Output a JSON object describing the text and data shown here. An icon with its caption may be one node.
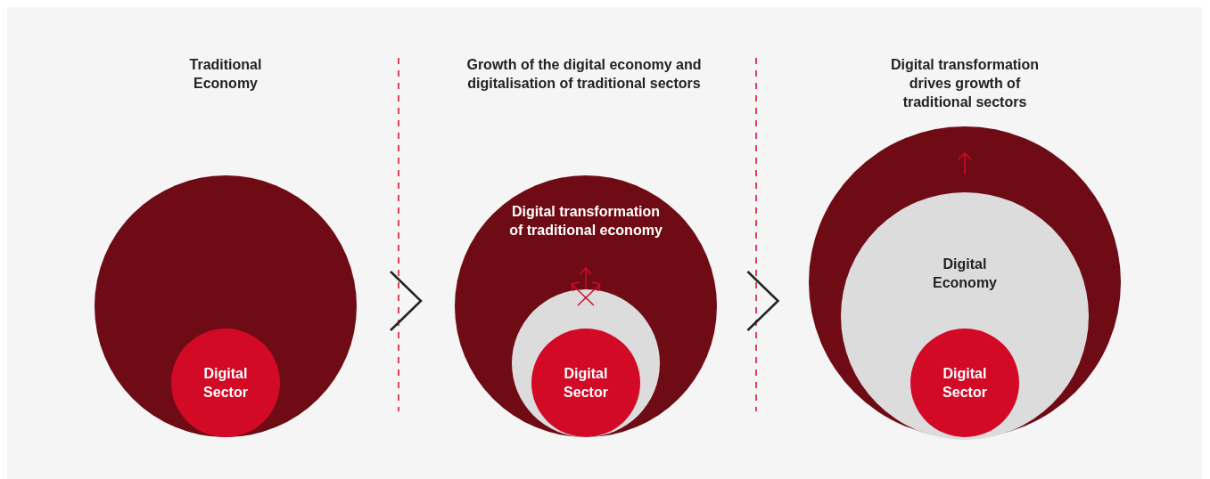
{
  "diagram": {
    "nodes": [
      {
        "text": [],
        "shape": "circle"
      },
      {
        "text": [
          "Digital Sector"
        ],
        "in": 0
      },
      {
        "text": [
          "Digital transformation of traditional economy"
        ]
      },
      {
        "text": [],
        "shape": "circle",
        "in": 2
      },
      {
        "text": [
          "Digital Sector"
        ],
        "in": 3
      },
      {
        "text": [],
        "shape": "circle"
      },
      {
        "text": [
          "Digital Economy"
        ],
        "in": 5
      },
      {
        "text": [
          "Digital Sector"
        ],
        "in": 6
      }
    ],
    "edges": [
      {
        "from": 0,
        "to": 2,
        "arrow": "to"
      },
      {
        "from": 2,
        "to": 5,
        "arrow": "to"
      }
    ],
    "labels": [
      "Traditional Economy",
      "Growth of the digital economy and digitalisation of traditional sectors",
      "Digital transformation drives growth of traditional sectors"
    ]
  }
}
